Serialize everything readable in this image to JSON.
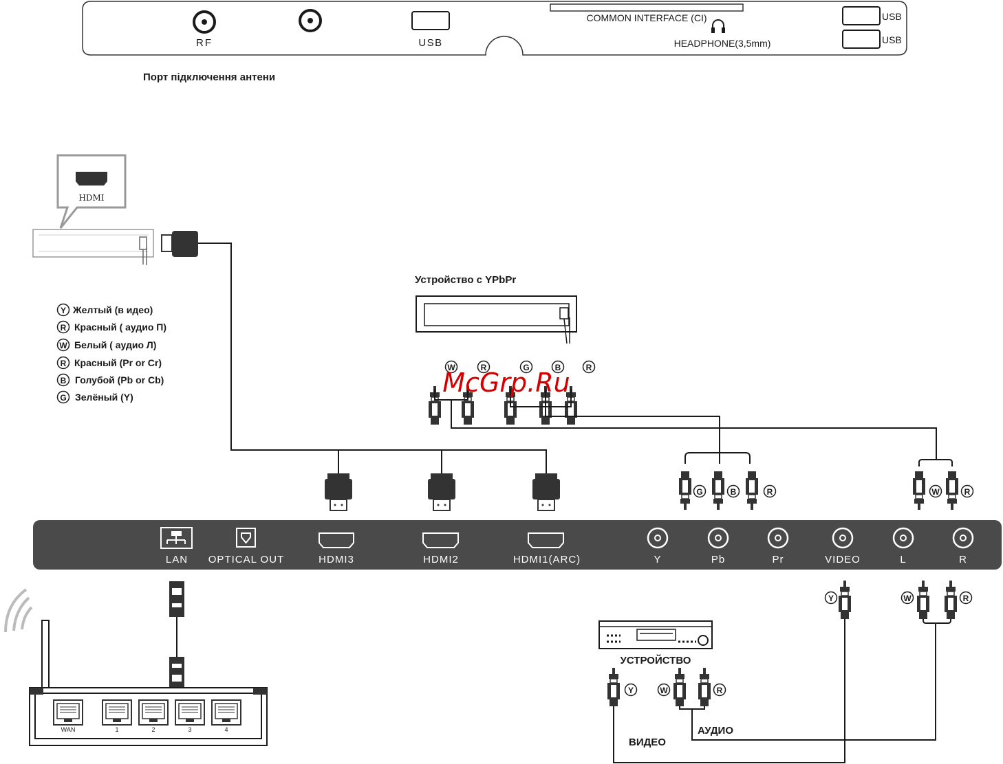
{
  "top_panel": {
    "rf_label": "RF",
    "usb_label": "USB",
    "ci_label": "COMMON INTERFACE (CI)",
    "headphone_label": "HEADPHONE(3,5mm)",
    "usb_side_1": "USB",
    "usb_side_2": "USB"
  },
  "antenna_caption": "Порт підключення антени",
  "hdmi_device_label": "HDMI",
  "legend": [
    {
      "letter": "Y",
      "text": "Желтый (в идео)"
    },
    {
      "letter": "R",
      "text": "Красный ( аудио П)"
    },
    {
      "letter": "W",
      "text": "Белый ( аудио Л)"
    },
    {
      "letter": "R",
      "text": "Красный (Pr or Cr)"
    },
    {
      "letter": "B",
      "text": "Голубой (Pb or Cb)"
    },
    {
      "letter": "G",
      "text": "Зелёный (Y)"
    }
  ],
  "ypbpr_device_label": "Устройство с YPbPr",
  "watermark": "McGrp.Ru",
  "ypbpr_top_plugs": [
    "W",
    "R",
    "G",
    "B",
    "R"
  ],
  "component_plugs": [
    "G",
    "B",
    "R"
  ],
  "audio_plugs_top": [
    "W",
    "R"
  ],
  "bottom_panel": {
    "ports": [
      {
        "label": "LAN",
        "kind": "lan"
      },
      {
        "label": "OPTICAL OUT",
        "kind": "optical"
      },
      {
        "label": "HDMI3",
        "kind": "hdmi"
      },
      {
        "label": "HDMI2",
        "kind": "hdmi"
      },
      {
        "label": "HDMI1(ARC)",
        "kind": "hdmi"
      },
      {
        "label": "Y",
        "kind": "rca"
      },
      {
        "label": "Pb",
        "kind": "rca"
      },
      {
        "label": "Pr",
        "kind": "rca"
      },
      {
        "label": "VIDEO",
        "kind": "rca"
      },
      {
        "label": "L",
        "kind": "rca"
      },
      {
        "label": "R",
        "kind": "rca"
      }
    ]
  },
  "av_plugs_right": {
    "video": "Y",
    "audio": [
      "W",
      "R"
    ]
  },
  "av_device": {
    "label": "УСТРОЙСТВО",
    "plugs": [
      "Y",
      "W",
      "R"
    ],
    "video_label": "ВИДЕО",
    "audio_label": "АУДИО"
  },
  "router_ports": [
    "WAN",
    "1",
    "2",
    "3",
    "4"
  ],
  "colors": {
    "panel": "#4a4a4a",
    "line": "#1a1a1a",
    "watermark": "#d40000",
    "plug": "#333333"
  }
}
